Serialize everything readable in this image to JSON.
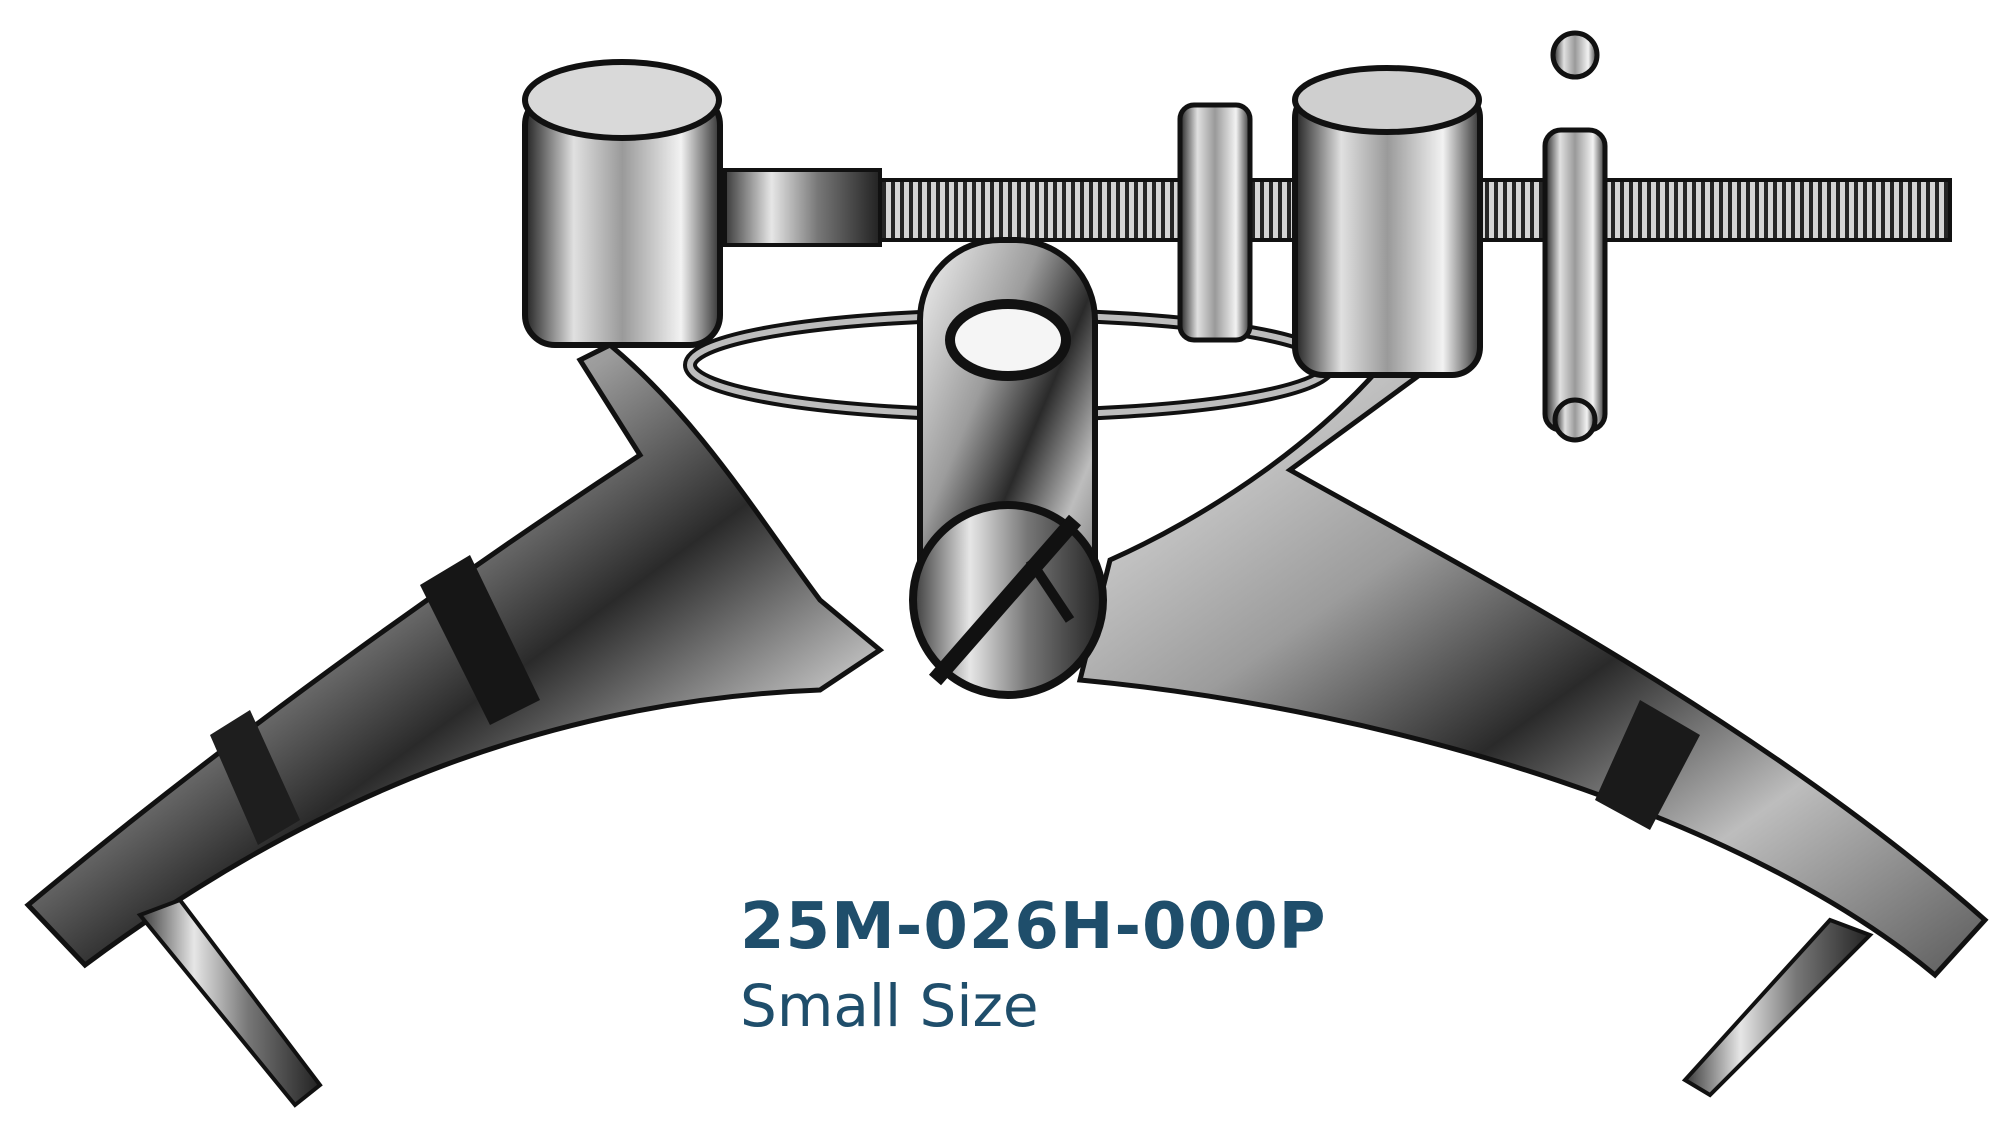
{
  "product": {
    "code": "25M-026H-000P",
    "size": "Small Size"
  },
  "colors": {
    "caption": "#1f4e6b",
    "background": "#ffffff"
  },
  "image": {
    "subject": "surgical-retractor-photo"
  }
}
